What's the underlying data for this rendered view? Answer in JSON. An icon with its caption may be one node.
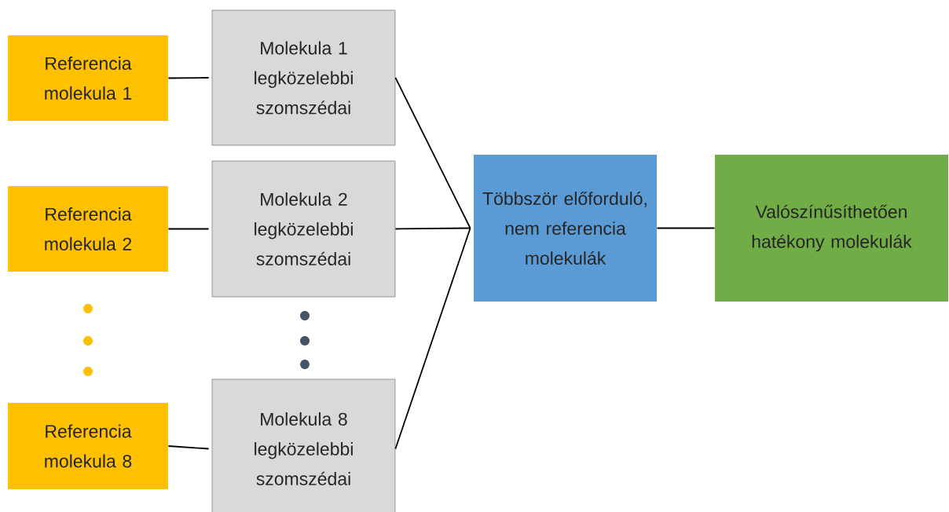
{
  "diagram": {
    "nodes": [
      {
        "text": [
          "Referencia molekula 1"
        ]
      },
      {
        "text": [
          "Molekula 1 legközelebbi szomszédai"
        ]
      },
      {
        "text": [
          "Referencia molekula 2"
        ]
      },
      {
        "text": [
          "Molekula 2 legközelebbi szomszédai"
        ]
      },
      {
        "text": [
          "Referencia molekula 8"
        ]
      },
      {
        "text": [
          "Molekula 8 legközelebbi szomszédai"
        ]
      },
      {
        "text": [
          "Többször előforduló, nem referencia molekulák"
        ]
      },
      {
        "text": [
          "Valószínűsíthetően hatékony molekulák"
        ]
      }
    ],
    "edges": [
      {
        "from": 0,
        "to": 1,
        "arrow": "none"
      },
      {
        "from": 2,
        "to": 3,
        "arrow": "none"
      },
      {
        "from": 4,
        "to": 5,
        "arrow": "none"
      },
      {
        "from": 1,
        "to": 6,
        "arrow": "none"
      },
      {
        "from": 3,
        "to": 6,
        "arrow": "none"
      },
      {
        "from": 5,
        "to": 6,
        "arrow": "none"
      },
      {
        "from": 6,
        "to": 7,
        "arrow": "none"
      }
    ]
  }
}
